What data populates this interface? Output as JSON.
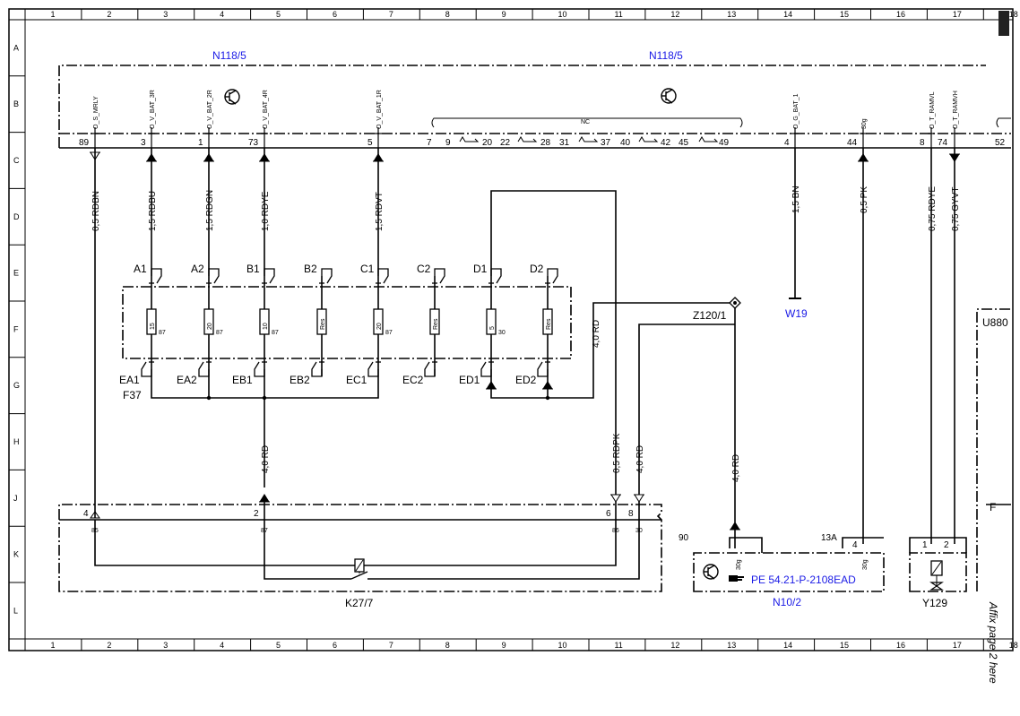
{
  "frame": {
    "columns": [
      "1",
      "2",
      "3",
      "4",
      "5",
      "6",
      "7",
      "8",
      "9",
      "10",
      "11",
      "12",
      "13",
      "14",
      "15",
      "16",
      "17",
      "18"
    ],
    "rows": [
      "A",
      "B",
      "C",
      "D",
      "E",
      "F",
      "G",
      "H",
      "J",
      "K",
      "L"
    ]
  },
  "components": {
    "n118_left": "N118/5",
    "n118_right": "N118/5",
    "w19": "W19",
    "z120": "Z120/1",
    "u880": "U880",
    "f37": "F37",
    "k27": "K27/7",
    "n10": "N10/2",
    "n10_ref": "PE 54.21-P-2108EAD",
    "y129": "Y129",
    "f_label": "F"
  },
  "signals": {
    "s_mrly": "O_S_MRLY",
    "v_bat_3r": "O_V_BAT_3R",
    "v_bat_2r": "O_V_BAT_2R",
    "v_bat_4r": "O_V_BAT_4R",
    "v_bat_1r": "O_V_BAT_1R",
    "nc": "NC",
    "g_bat_1": "O_G_BAT_1",
    "s30g": "30g",
    "t_ramvl": "O_T_RAMVL",
    "t_ramvh": "O_T_RAMVH"
  },
  "n118_pins": {
    "p89": "89",
    "p3": "3",
    "p1": "1",
    "p73": "73",
    "p5": "5",
    "p7": "7",
    "p9": "9",
    "p20": "20",
    "p22": "22",
    "p28": "28",
    "p31": "31",
    "p37": "37",
    "p40": "40",
    "p42": "42",
    "p45": "45",
    "p49": "49",
    "p4": "4",
    "p44": "44",
    "p8": "8",
    "p74": "74",
    "p52": "52"
  },
  "wires": {
    "w1": "0,5 RDBN",
    "w2": "1,5 RDBU",
    "w3": "1,5 RDGN",
    "w4": "1,0 RDYE",
    "w5": "1,5 RDVT",
    "w6": "1,5 BN",
    "w7": "0,5 PK",
    "w8": "0,75 RDYE",
    "w9": "0,75 GYVT",
    "w10": "4,0 RD",
    "w11": "4,0 RD",
    "w12": "0,5 RDPK",
    "w13": "4,0 RD",
    "w14": "4,0 RD"
  },
  "fuses": {
    "tops": [
      "A1",
      "A2",
      "B1",
      "B2",
      "C1",
      "C2",
      "D1",
      "D2"
    ],
    "bottoms": [
      "EA1",
      "EA2",
      "EB1",
      "EB2",
      "EC1",
      "EC2",
      "ED1",
      "ED2"
    ],
    "ratings": [
      "15",
      "20",
      "10",
      "Res",
      "20",
      "Res",
      "5",
      "Res"
    ],
    "terms": [
      "87",
      "87",
      "87",
      "",
      "87",
      "",
      "30",
      ""
    ]
  },
  "k27_pins": {
    "t4": "4",
    "t2": "2",
    "t6": "6",
    "t8": "8",
    "b85": "85",
    "b87": "87",
    "b86": "86",
    "b30": "30"
  },
  "n10_pins": {
    "p90": "90",
    "p13a": "13A",
    "p4": "4",
    "s30g_a": "30g",
    "s30g_b": "30g"
  },
  "y129_pins": {
    "p1": "1",
    "p2": "2"
  },
  "side_note": "Affix page 2 here"
}
